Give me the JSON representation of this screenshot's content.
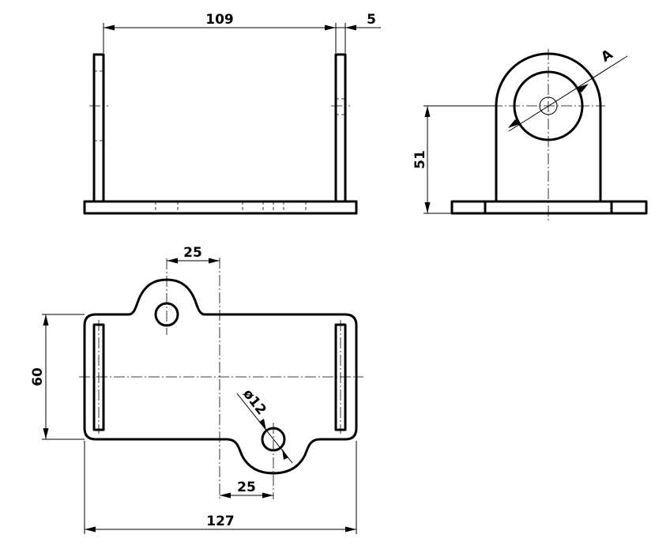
{
  "dimensions": {
    "front_width": "109",
    "plate_thickness": "5",
    "side_height": "51",
    "side_label": "A",
    "top_offset_upper": "25",
    "top_depth": "60",
    "hole_diameter": "ø12",
    "top_offset_lower": "25",
    "overall_length": "127"
  }
}
